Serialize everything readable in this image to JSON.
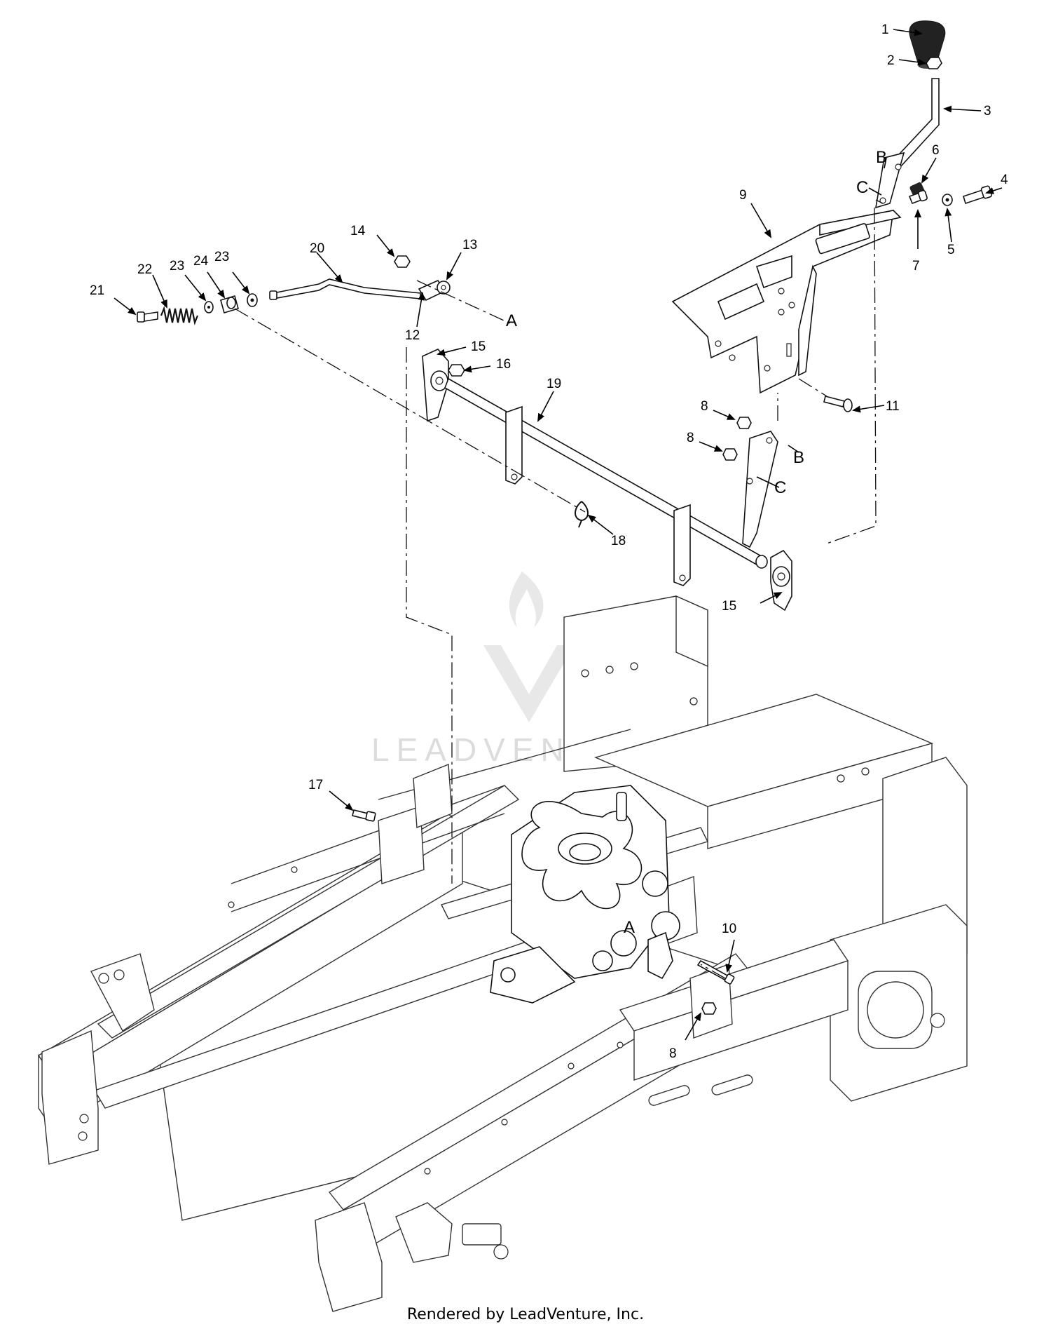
{
  "footer": {
    "text": "Rendered by LeadVenture, Inc."
  },
  "watermark": {
    "text": "LEADVENTURE",
    "color": "#d9d9d9"
  },
  "callouts": [
    {
      "id": "c1",
      "label": "1"
    },
    {
      "id": "c2",
      "label": "2"
    },
    {
      "id": "c3",
      "label": "3"
    },
    {
      "id": "c4",
      "label": "4"
    },
    {
      "id": "c5",
      "label": "5"
    },
    {
      "id": "c6",
      "label": "6"
    },
    {
      "id": "c7",
      "label": "7"
    },
    {
      "id": "c8a",
      "label": "8"
    },
    {
      "id": "c8b",
      "label": "8"
    },
    {
      "id": "c8c",
      "label": "8"
    },
    {
      "id": "c9",
      "label": "9"
    },
    {
      "id": "c10",
      "label": "10"
    },
    {
      "id": "c11",
      "label": "11"
    },
    {
      "id": "c12",
      "label": "12"
    },
    {
      "id": "c13",
      "label": "13"
    },
    {
      "id": "c14",
      "label": "14"
    },
    {
      "id": "c15a",
      "label": "15"
    },
    {
      "id": "c15b",
      "label": "15"
    },
    {
      "id": "c16",
      "label": "16"
    },
    {
      "id": "c17",
      "label": "17"
    },
    {
      "id": "c18",
      "label": "18"
    },
    {
      "id": "c19",
      "label": "19"
    },
    {
      "id": "c20",
      "label": "20"
    },
    {
      "id": "c21",
      "label": "21"
    },
    {
      "id": "c22",
      "label": "22"
    },
    {
      "id": "c23a",
      "label": "23"
    },
    {
      "id": "c23b",
      "label": "23"
    },
    {
      "id": "c24",
      "label": "24"
    }
  ],
  "reference_letters": [
    {
      "id": "rA1",
      "label": "A"
    },
    {
      "id": "rA2",
      "label": "A"
    },
    {
      "id": "rB1",
      "label": "B"
    },
    {
      "id": "rB2",
      "label": "B"
    },
    {
      "id": "rC1",
      "label": "C"
    },
    {
      "id": "rC2",
      "label": "C"
    }
  ]
}
